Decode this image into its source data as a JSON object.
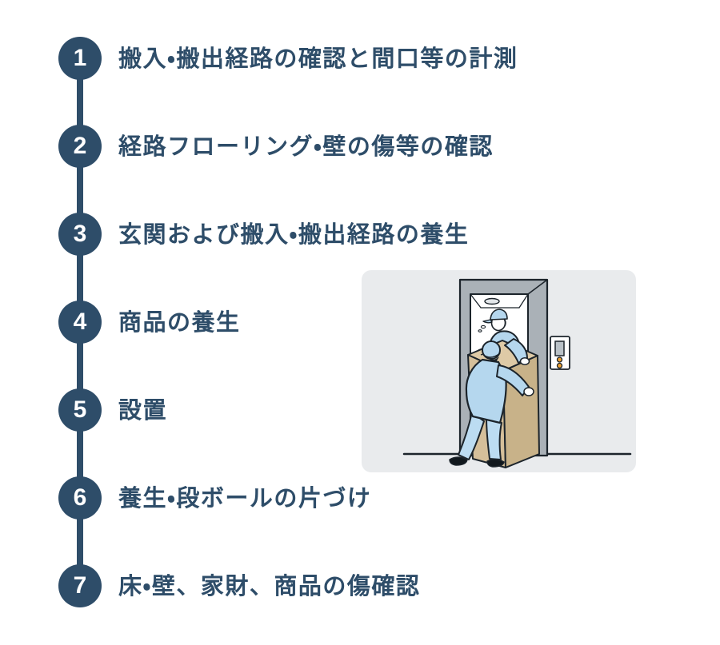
{
  "page": {
    "background": "#ffffff",
    "accent_color": "#2e4d69",
    "number_color": "#ffffff"
  },
  "steps": [
    {
      "number": "1",
      "label": "搬入・搬出経路の確認と間口等の計測"
    },
    {
      "number": "2",
      "label": "経路フローリング・壁の傷等の確認"
    },
    {
      "number": "3",
      "label": "玄関および搬入・搬出経路の養生"
    },
    {
      "number": "4",
      "label": "商品の養生"
    },
    {
      "number": "5",
      "label": "設置"
    },
    {
      "number": "6",
      "label": "養生・段ボールの片づけ"
    },
    {
      "number": "7",
      "label": "床・壁、家財、商品の傷確認"
    }
  ],
  "illustration": {
    "description": "two-delivery-workers-carrying-cardboard-box-out-of-elevator",
    "colors": {
      "panel_background": "#e9ebed",
      "uniform_blue": "#b5d7ee",
      "pants_blue": "#bcdcf2",
      "box_tan": "#d5bf9a",
      "box_top_tan": "#decaa6",
      "box_side_tan": "#c8b289",
      "door_frame_gray": "#aab1b7",
      "outline": "#1c242b",
      "call_button_orange": "#f0a232"
    }
  }
}
